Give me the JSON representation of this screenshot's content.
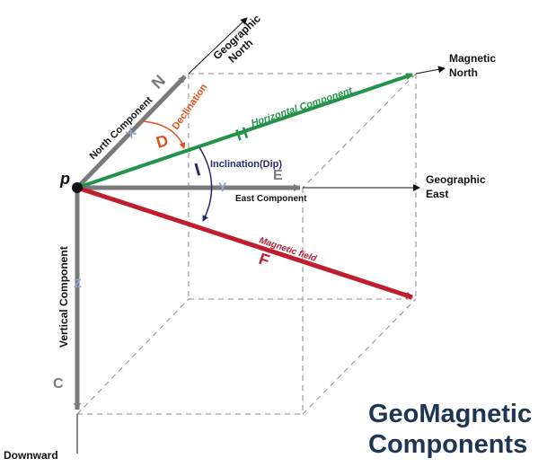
{
  "colors": {
    "axis_gray": "#7a7a7a",
    "horizontal_green": "#24934a",
    "magnetic_red": "#be1e2d",
    "declination_orange": "#e0521d",
    "inclination_navy": "#27296d",
    "component_blue": "#8ea6cf",
    "title_navy": "#1f3554",
    "black": "#111111"
  },
  "point_label": "p",
  "labels": {
    "geographic_north": [
      "Geographic",
      "North"
    ],
    "magnetic_north": [
      "Magnetic",
      "North"
    ],
    "geographic_east": [
      "Geographic",
      "East"
    ],
    "downward": "Downward",
    "north_letter": "N",
    "north_component": "North Component",
    "x_letter": "X",
    "declination_letter": "D",
    "declination": "Declination",
    "h_letter": "H",
    "horizontal_component": "Horizontal Component",
    "inclination_letter": "I",
    "inclination": "Inclination(Dip)",
    "e_letter": "E",
    "y_letter": "Y",
    "east_component": "East Component",
    "magnetic_field": "Magnetic field",
    "f_letter": "F",
    "vertical_component": "Vertical Component",
    "z_letter": "Z",
    "c_letter": "C"
  },
  "title": [
    "GeoMagnetic",
    "Components"
  ]
}
